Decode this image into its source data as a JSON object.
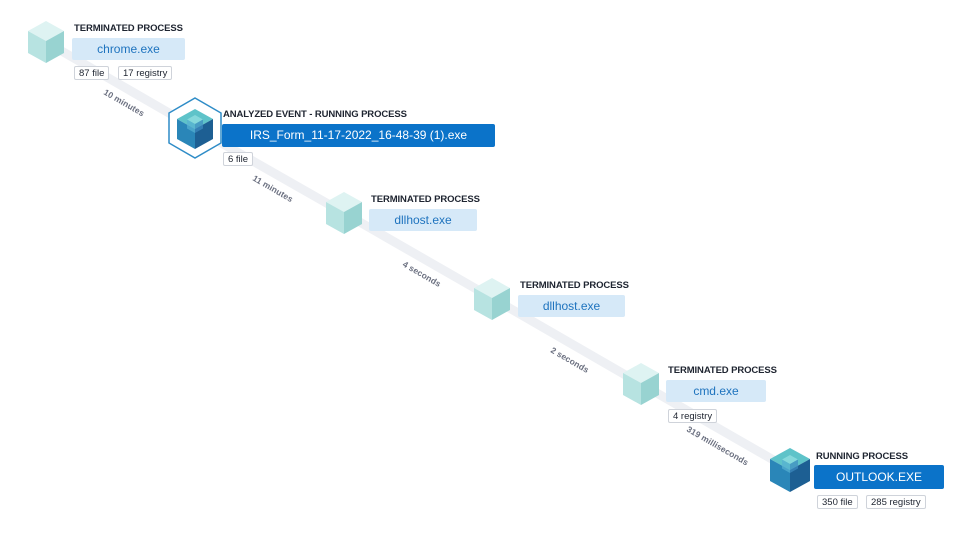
{
  "colors": {
    "accent": "#0b73c9",
    "name_pill_bg": "#d6e9f8",
    "name_pill_text": "#1e73be",
    "connector": "#eef0f4"
  },
  "nodes": [
    {
      "kind": "TERMINATED PROCESS",
      "name": "chrome.exe",
      "icon": "terminated-process-cube-icon",
      "badges": [
        "87 file",
        "17 registry"
      ]
    },
    {
      "kind": "ANALYZED EVENT - RUNNING PROCESS",
      "name": "IRS_Form_11-17-2022_16-48-39 (1).exe",
      "icon": "analyzed-process-cube-icon",
      "badges": [
        "6 file"
      ]
    },
    {
      "kind": "TERMINATED PROCESS",
      "name": "dllhost.exe",
      "icon": "terminated-process-cube-icon",
      "badges": []
    },
    {
      "kind": "TERMINATED PROCESS",
      "name": "dllhost.exe",
      "icon": "terminated-process-cube-icon",
      "badges": []
    },
    {
      "kind": "TERMINATED PROCESS",
      "name": "cmd.exe",
      "icon": "terminated-process-cube-icon",
      "badges": [
        "4 registry"
      ]
    },
    {
      "kind": "RUNNING PROCESS",
      "name": "OUTLOOK.EXE",
      "icon": "running-process-cube-icon",
      "badges": [
        "350 file",
        "285 registry"
      ]
    }
  ],
  "edges": [
    "10 minutes",
    "11 minutes",
    "4 seconds",
    "2 seconds",
    "319 milliseconds"
  ]
}
